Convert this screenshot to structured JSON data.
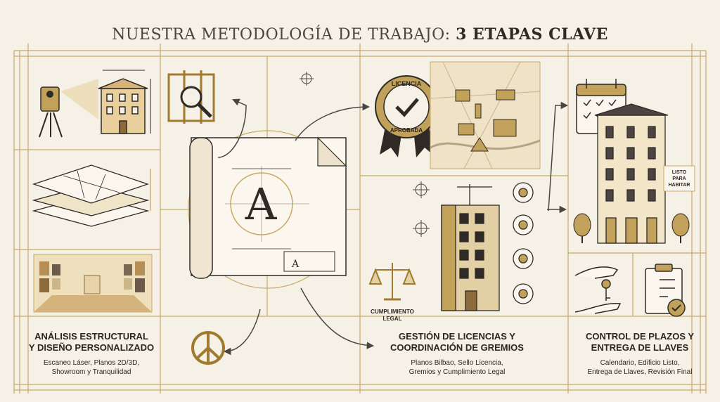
{
  "title": {
    "main": "NUESTRA METODOLOGÍA DE TRABAJO:",
    "strong": "3 ETAPAS CLAVE"
  },
  "stages": [
    {
      "heading_line1": "ANÁLISIS ESTRUCTURAL",
      "heading_line2": "Y DISEÑO PERSONALIZADO",
      "detail_line1": "Escaneo Láser, Planos 2D/3D,",
      "detail_line2": "Showroom y Tranquilidad"
    },
    {
      "heading_line1": "GESTIÓN DE LICENCIAS Y",
      "heading_line2": "COORDINACIÓN DE GREMIOS",
      "detail_line1": "Planos Bilbao, Sello Licencia,",
      "detail_line2": "Gremios y Cumplimiento Legal"
    },
    {
      "heading_line1": "CONTROL DE PLAZOS Y",
      "heading_line2": "ENTREGA DE LLAVES",
      "detail_line1": "Calendario, Edificio Listo,",
      "detail_line2": "Entrega de Llaves, Revisión Final"
    }
  ],
  "labels": {
    "seal_top": "LICENCIA",
    "seal_bottom": "APROBADA",
    "blueprint_letter": "A",
    "blueprint_small_letter": "A",
    "legal_line1": "CUMPLIMIENTO",
    "legal_line2": "LEGAL",
    "ready_line1": "LISTO",
    "ready_line2": "PARA",
    "ready_line3": "HABITAR"
  },
  "colors": {
    "gold": "#c2a15a",
    "dark_gold": "#a07a2e",
    "ink": "#2f2a26",
    "paper": "#f6f1e7"
  }
}
